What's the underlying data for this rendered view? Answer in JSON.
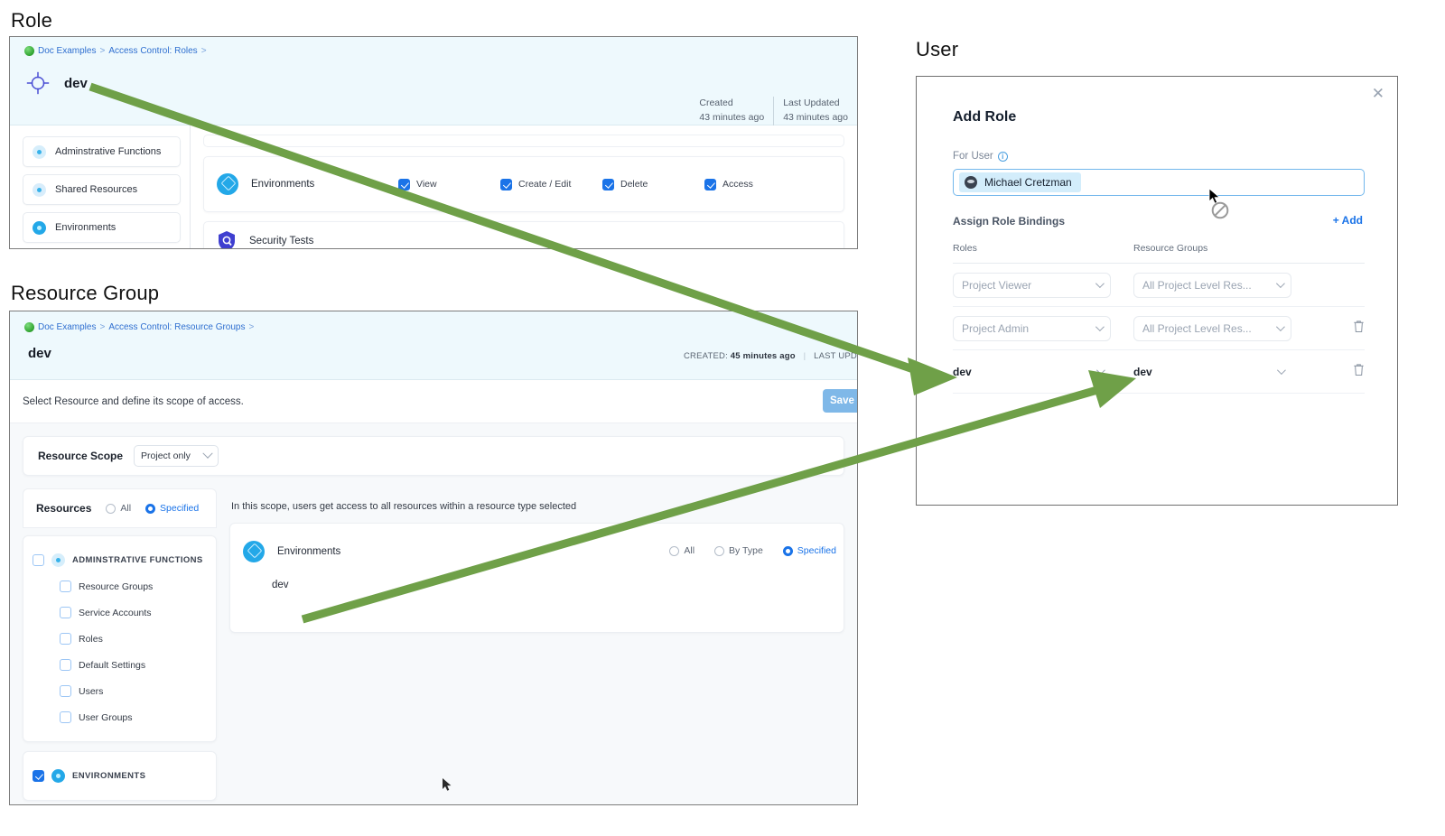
{
  "captions": {
    "role": "Role",
    "resource_group": "Resource Group",
    "user": "User"
  },
  "role_panel": {
    "breadcrumb": {
      "root": "Doc Examples",
      "sep": ">",
      "section": "Access Control: Roles",
      "tail": ">"
    },
    "title": "dev",
    "meta": [
      {
        "label": "Created",
        "value": "43 minutes ago"
      },
      {
        "label": "Last Updated",
        "value": "43 minutes ago"
      }
    ],
    "sidebar": [
      {
        "label": "Adminstrative Functions",
        "icon": "pale-circle-icon"
      },
      {
        "label": "Shared Resources",
        "icon": "pale-circle-icon"
      },
      {
        "label": "Environments",
        "icon": "environments-icon"
      }
    ],
    "permission_rows": [
      {
        "name": "Environments",
        "icon": "environments-icon",
        "permissions": [
          {
            "label": "View",
            "checked": true
          },
          {
            "label": "Create / Edit",
            "checked": true
          },
          {
            "label": "Delete",
            "checked": true
          },
          {
            "label": "Access",
            "checked": true
          }
        ]
      },
      {
        "name": "Security Tests",
        "icon": "security-shield-icon",
        "permissions": []
      }
    ]
  },
  "resource_group_panel": {
    "breadcrumb": {
      "root": "Doc Examples",
      "sep": ">",
      "section": "Access Control: Resource Groups",
      "tail": ">"
    },
    "title": "dev",
    "meta": {
      "created_label": "CREATED:",
      "created_value": "45 minutes ago",
      "divider": "|",
      "updated_label": "LAST UPD"
    },
    "subbar": {
      "hint": "Select Resource and define its scope of access.",
      "save_label": "Save"
    },
    "scope": {
      "label": "Resource Scope",
      "value": "Project only"
    },
    "resources": {
      "title": "Resources",
      "options": [
        {
          "label": "All",
          "selected": false
        },
        {
          "label": "Specified",
          "selected": true
        }
      ],
      "tree": [
        {
          "label": "ADMINSTRATIVE FUNCTIONS",
          "checked": false,
          "icon": "pale-circle-icon",
          "children": [
            {
              "label": "Resource Groups",
              "checked": false
            },
            {
              "label": "Service Accounts",
              "checked": false
            },
            {
              "label": "Roles",
              "checked": false
            },
            {
              "label": "Default Settings",
              "checked": false
            },
            {
              "label": "Users",
              "checked": false
            },
            {
              "label": "User Groups",
              "checked": false
            }
          ]
        },
        {
          "label": "ENVIRONMENTS",
          "checked": true,
          "icon": "environments-icon",
          "children": []
        }
      ]
    },
    "scope_detail": {
      "hint": "In this scope, users get access to all resources within a resource type selected",
      "card_title": "Environments",
      "card_icon": "environments-icon",
      "options": [
        {
          "label": "All",
          "selected": false
        },
        {
          "label": "By Type",
          "selected": false
        },
        {
          "label": "Specified",
          "selected": true
        }
      ],
      "items": [
        "dev"
      ]
    }
  },
  "user_modal": {
    "close_icon": "close-icon",
    "title": "Add Role",
    "for_user": {
      "label": "For User",
      "info_icon": "info-icon",
      "chip": "Michael Cretzman"
    },
    "bindings": {
      "title": "Assign Role Bindings",
      "add_label": "+ Add",
      "columns": [
        "Roles",
        "Resource Groups"
      ],
      "rows": [
        {
          "role": "Project Viewer",
          "role_style": "placeholder",
          "resource_group": "All Project Level Res...",
          "rg_style": "placeholder",
          "deletable": false
        },
        {
          "role": "Project Admin",
          "role_style": "placeholder",
          "resource_group": "All Project Level Res...",
          "rg_style": "placeholder",
          "deletable": true
        },
        {
          "role": "dev",
          "role_style": "value",
          "resource_group": "dev",
          "rg_style": "value",
          "deletable": true
        }
      ]
    }
  },
  "annotations": {
    "arrow_color": "#6fa048",
    "arrows": [
      {
        "name": "role-to-user-binding",
        "from": "role-title",
        "to": "user-binding-role-dev"
      },
      {
        "name": "resource-group-env-to-user-binding",
        "from": "resource-group-env-dev",
        "to": "user-binding-rg-dev"
      }
    ]
  },
  "cursors": [
    {
      "name": "modal-pointer",
      "state": "no-drop"
    },
    {
      "name": "resource-group-pointer",
      "state": "default"
    }
  ],
  "colors": {
    "accent_blue": "#1a73e8",
    "link_blue": "#2f6fd0",
    "env_cyan": "#23a8e8",
    "header_bg": "#eef9fd",
    "annotation_green": "#6fa048"
  }
}
